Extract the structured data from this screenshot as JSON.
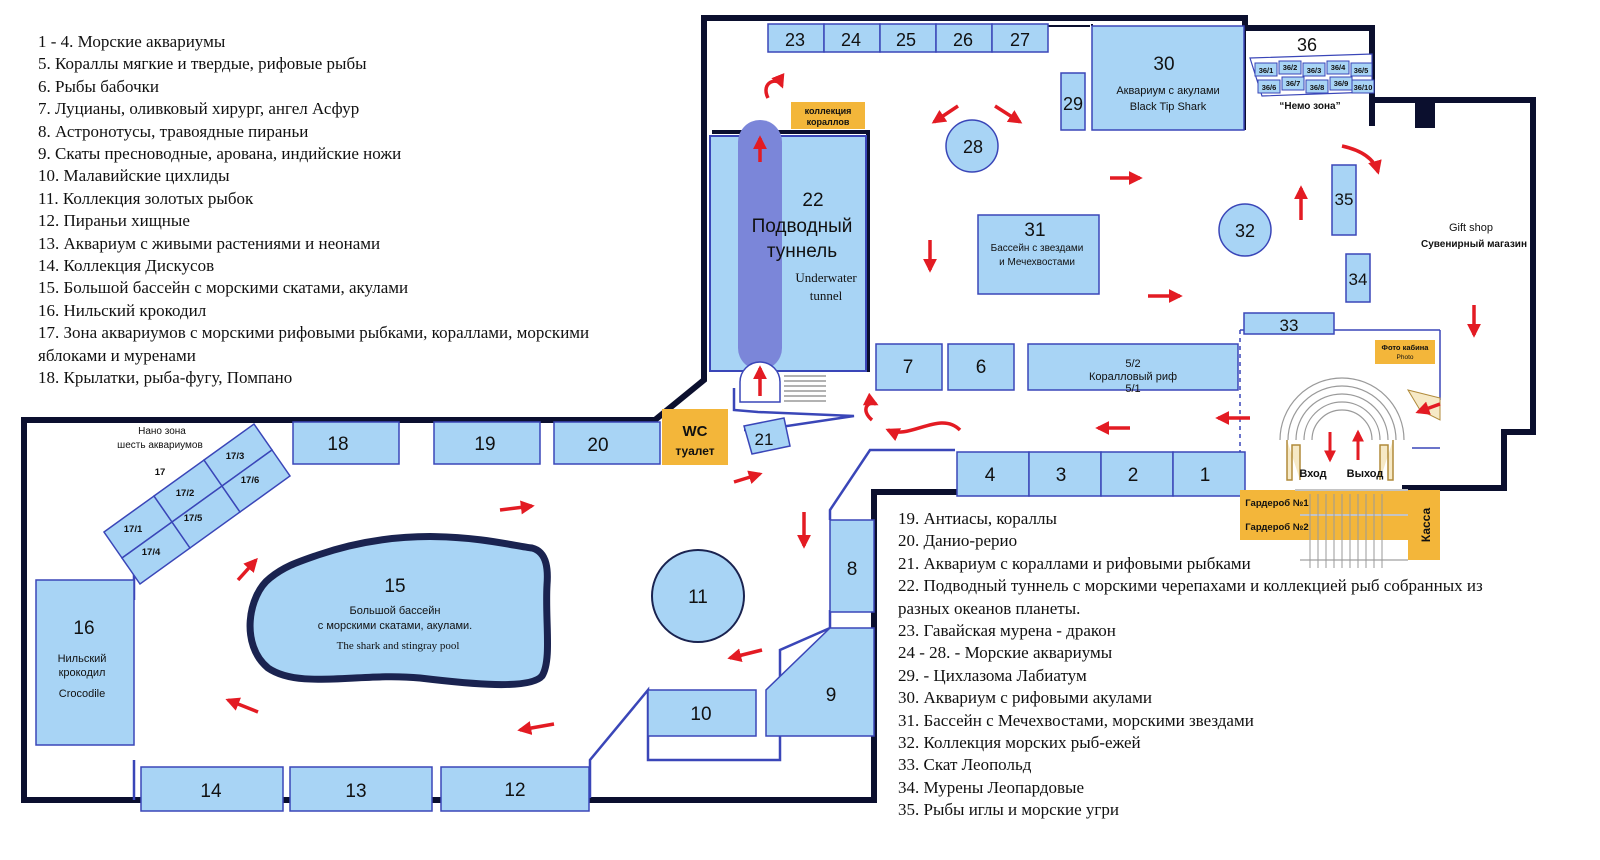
{
  "legend_left": [
    "1 - 4. Морские аквариумы",
    "5. Кораллы мягкие и твердые, рифовые рыбы",
    "6. Рыбы бабочки",
    "7. Луцианы, оливковый хирург, ангел Асфур",
    "8. Астронотусы, травоядные пираньи",
    "9. Скаты пресноводные, арована, индийские ножи",
    "10. Малавийские цихлиды",
    "11. Коллекция золотых рыбок",
    "12. Пираньи хищные",
    "13. Аквариум с живыми растениями и неонами",
    "14. Коллекция Дискусов",
    "15. Большой бассейн с морскими скатами, акулами",
    "16. Нильский крокодил",
    "17. Зона аквариумов с морскими рифовыми  рыбками, кораллами, морскими яблоками и муренами",
    "18. Крылатки, рыба-фугу, Помпано"
  ],
  "legend_right": [
    "19. Антиасы, кораллы",
    "20. Данио-рерио",
    "21. Аквариум с кораллами и рифовыми рыбками",
    "22. Подводный туннель с морскими черепахами и коллекцией рыб собранных из разных океанов планеты.",
    "23. Гавайская мурена - дракон",
    "24 - 28. - Морские аквариумы",
    "29. - Цихлазома Лабиатум",
    "30. Аквариум с рифовыми акулами",
    "31. Бассейн с Мечехвостами, морскими звездами",
    "32. Коллекция морских рыб-ежей",
    "33. Скат Леопольд",
    "34. Мурены Леопардовые",
    "35. Рыбы иглы и  морские угри"
  ],
  "tanks": {
    "n1": "1",
    "n2": "2",
    "n3": "3",
    "n4": "4",
    "n6": "6",
    "n7": "7",
    "n8": "8",
    "n9": "9",
    "n10": "10",
    "n11": "11",
    "n12": "12",
    "n13": "13",
    "n14": "14",
    "n15": "15",
    "n16": "16",
    "n18": "18",
    "n19": "19",
    "n20": "20",
    "n21": "21",
    "n22": "22",
    "n23": "23",
    "n24": "24",
    "n25": "25",
    "n26": "26",
    "n27": "27",
    "n28": "28",
    "n29": "29",
    "n30": "30",
    "n31": "31",
    "n32": "32",
    "n33": "33",
    "n34": "34",
    "n35": "35",
    "n36": "36",
    "reef_top": "5/2",
    "reef_name": "Коралловый риф",
    "reef_bottom": "5/1",
    "pool15_line1": "Большой бассейн",
    "pool15_line2": "с морскими скатами, акулами.",
    "pool15_en": "The shark and stingray pool",
    "croc_line1": "Нильский",
    "croc_line2": "крокодил",
    "croc_en": "Crocodile",
    "tunnel_line1": "Подводный",
    "tunnel_line2": "туннель",
    "tunnel_en1": "Underwater",
    "tunnel_en2": "tunnel",
    "shark_line1": "Аквариум с акулами",
    "shark_line2": "Black Tip Shark",
    "pool31_line1": "Бассейн с звездами",
    "pool31_line2": "и Мечехвостами",
    "nano_line1": "Нано зона",
    "nano_line2": "шесть аквариумов",
    "s17": "17",
    "s17_1": "17/1",
    "s17_2": "17/2",
    "s17_3": "17/3",
    "s17_4": "17/4",
    "s17_5": "17/5",
    "s17_6": "17/6",
    "s36": [
      "36/1",
      "36/2",
      "36/3",
      "36/4",
      "36/5",
      "36/6",
      "36/7",
      "36/8",
      "36/9",
      "36/10"
    ],
    "nemo": "“Немо зона”"
  },
  "facilities": {
    "wc": "WC",
    "toilet": "туалет",
    "coral_line1": "коллекция",
    "coral_line2": "кораллов",
    "gift_en": "Gift shop",
    "gift_ru": "Сувенирный магазин",
    "photo_ru": "Фото кабина",
    "photo_en": "Photo",
    "entrance": "Вход",
    "exit": "Выход",
    "cloak1": "Гардероб №1",
    "cloak2": "Гардероб №2",
    "cashier": "Касса"
  },
  "colors": {
    "tank_fill": "#a8d4f5",
    "tank_stroke": "#3a46b8",
    "wall": "#0b0f2e",
    "tunnel": "#7b86d9",
    "arrow": "#e31b23",
    "label_bg": "#f3b63a",
    "pool_border": "#1a2350"
  }
}
